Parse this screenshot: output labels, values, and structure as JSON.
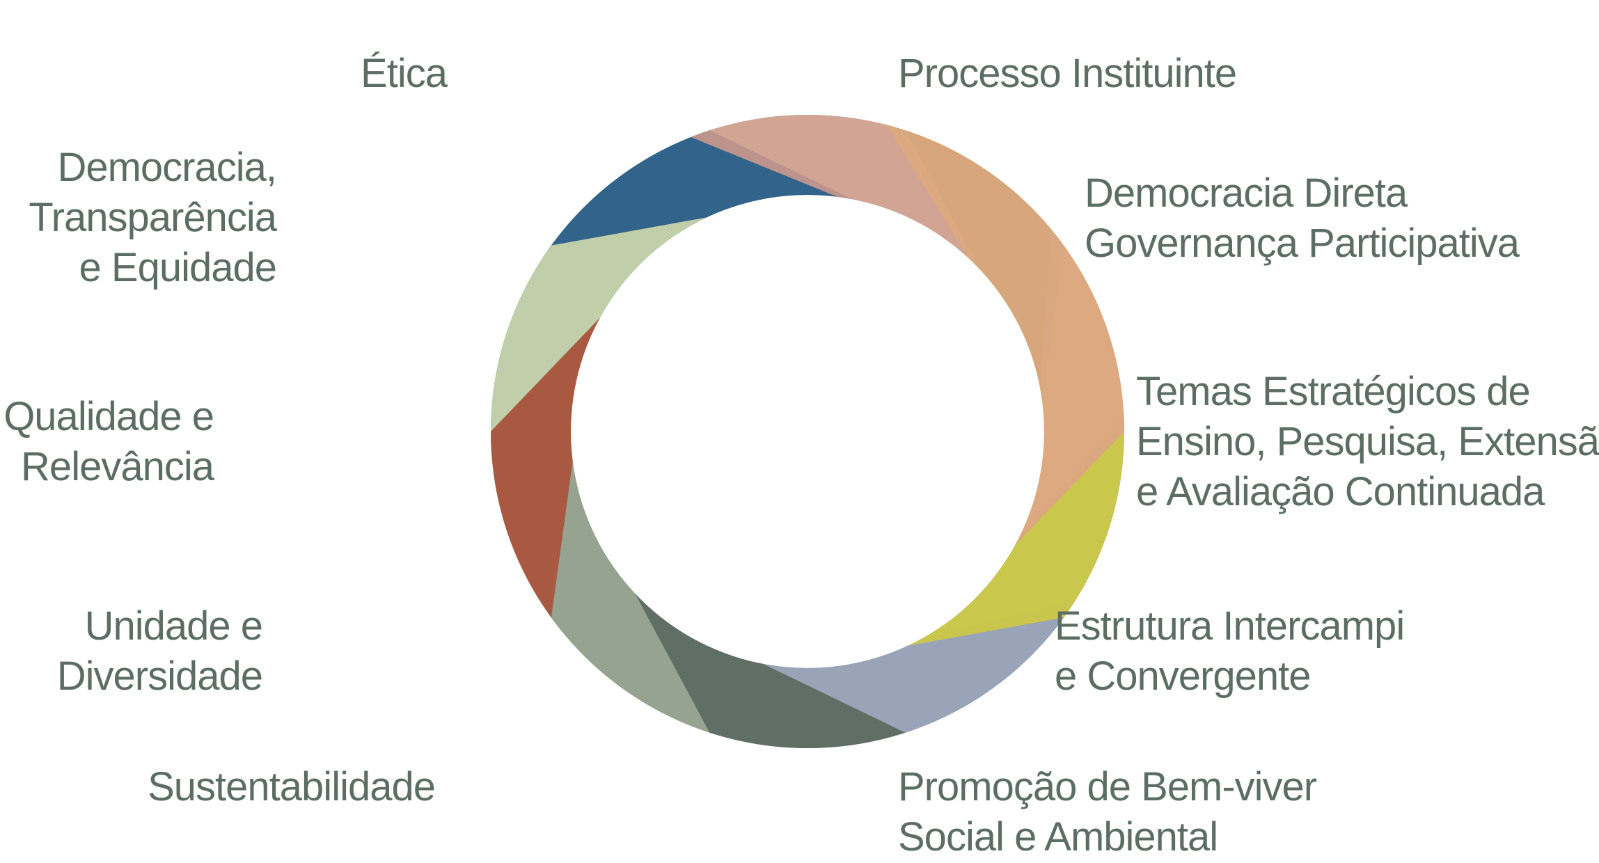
{
  "diagram": {
    "label_color": "#5c6d63",
    "petals": [
      {
        "name": "etica",
        "color": "#245c35",
        "opacity": 1.0
      },
      {
        "name": "democracia-transparencia-equidade",
        "color": "#a8b7b6",
        "opacity": 0.95
      },
      {
        "name": "qualidade-relevancia",
        "color": "#2c5f89",
        "opacity": 0.95
      },
      {
        "name": "unidade-diversidade",
        "color": "#e3e9b0",
        "opacity": 0.8
      },
      {
        "name": "sustentabilidade",
        "color": "#a8513b",
        "opacity": 0.95
      },
      {
        "name": "promocao-bem-viver",
        "color": "#93b09f",
        "opacity": 0.85
      },
      {
        "name": "estrutura-intercampi",
        "color": "#5c6d63",
        "opacity": 0.95
      },
      {
        "name": "temas-estrategicos",
        "color": "#a8b2cd",
        "opacity": 0.8
      },
      {
        "name": "democracia-direta",
        "color": "#d2cd3a",
        "opacity": 0.85
      },
      {
        "name": "processo-instituinte",
        "color": "#dea08d",
        "opacity": 0.8
      }
    ]
  },
  "labels": {
    "etica": [
      "Ética"
    ],
    "processo_instituinte": [
      "Processo Instituinte"
    ],
    "democracia_transparencia": [
      "Democracia,",
      "Transparência",
      "e Equidade"
    ],
    "democracia_direta": [
      "Democracia Direta",
      "Governança Participativa"
    ],
    "qualidade": [
      "Qualidade e",
      "Relevância"
    ],
    "temas": [
      "Temas Estratégicos de",
      "Ensino, Pesquisa, Extensão",
      "e Avaliação Continuada"
    ],
    "unidade": [
      "Unidade e",
      "Diversidade"
    ],
    "estrutura": [
      "Estrutura Intercampi",
      "e Convergente"
    ],
    "sustentabilidade": [
      "Sustentabilidade"
    ],
    "promocao": [
      "Promoção de Bem-viver",
      "Social e Ambiental"
    ]
  }
}
